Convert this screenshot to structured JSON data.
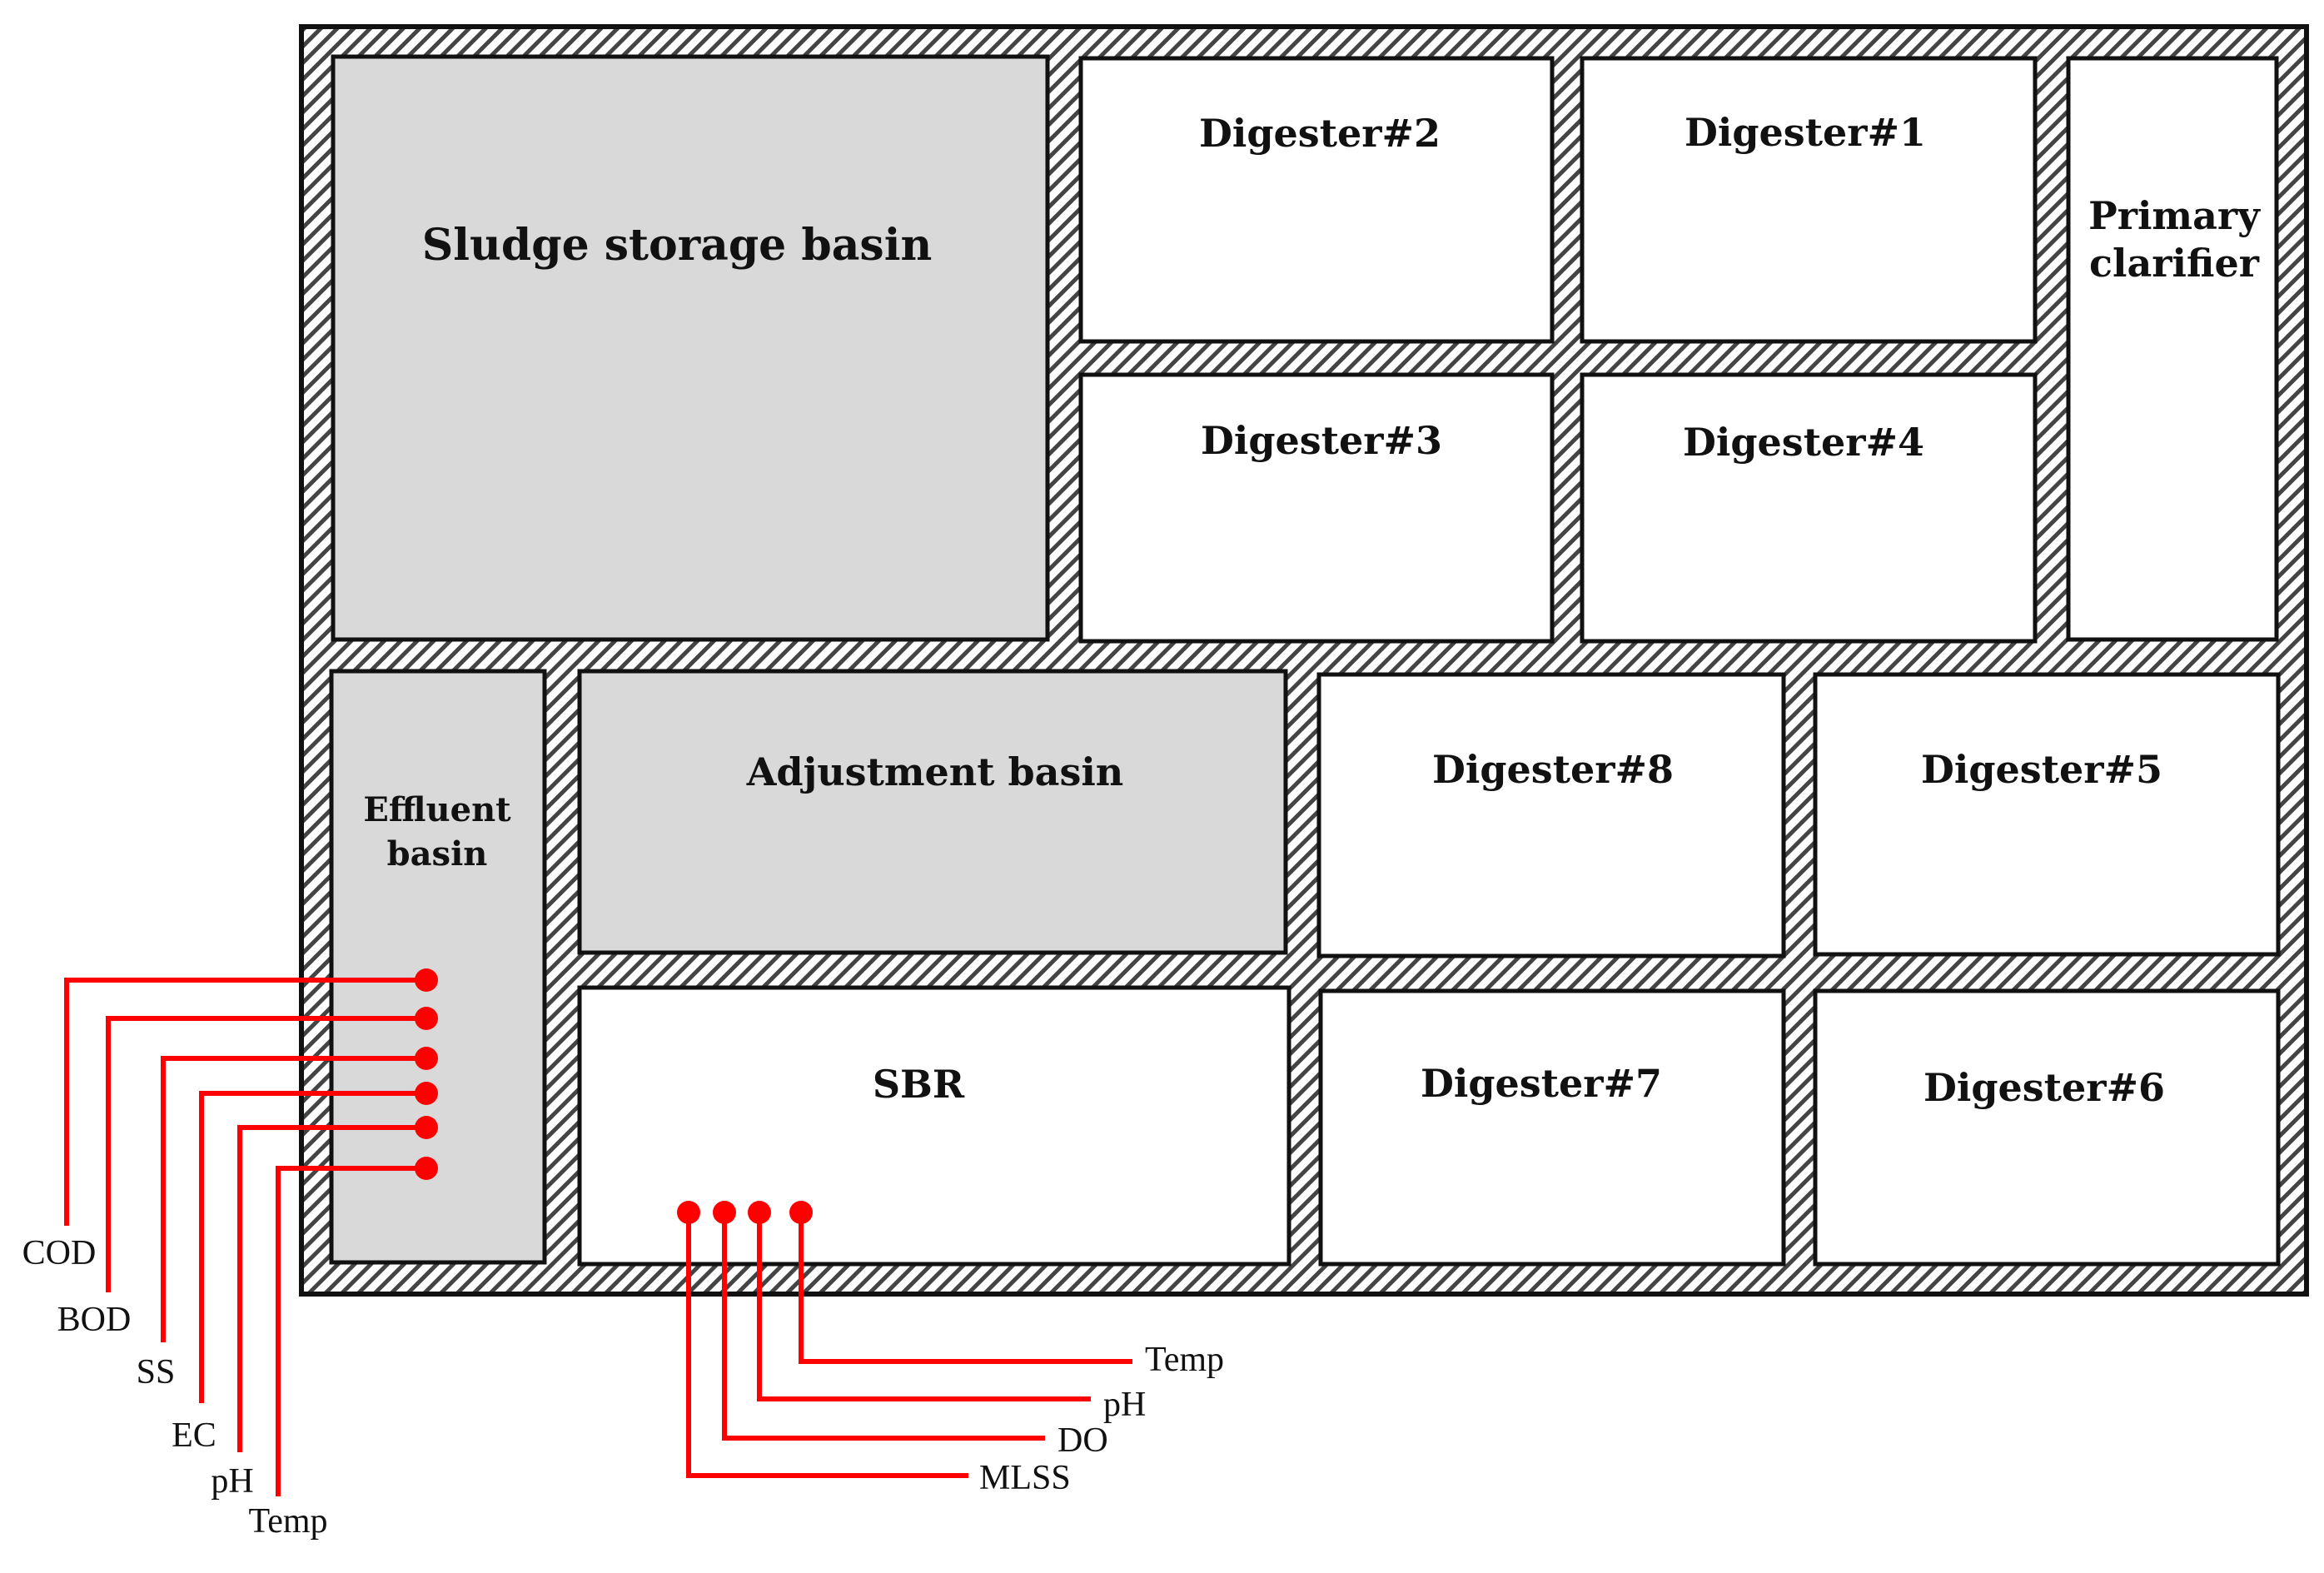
{
  "colors": {
    "wall_hatch": "#444444",
    "wall_outline": "#111111",
    "gray_basin": "#d9d9d9",
    "white_basin": "#ffffff",
    "sensor_line": "#ff0000"
  },
  "basins": {
    "sludge_storage": "Sludge storage basin",
    "digester2": "Digester#2",
    "digester1": "Digester#1",
    "primary_clarifier": [
      "Primary",
      "clarifier"
    ],
    "digester3": "Digester#3",
    "digester4": "Digester#4",
    "effluent": [
      "Effluent",
      "basin"
    ],
    "adjustment": "Adjustment basin",
    "digester8": "Digester#8",
    "digester5": "Digester#5",
    "sbr": "SBR",
    "digester7": "Digester#7",
    "digester6": "Digester#6"
  },
  "sensors": {
    "effluent": [
      "COD",
      "BOD",
      "SS",
      "EC",
      "pH",
      "Temp"
    ],
    "sbr": [
      "Temp",
      "pH",
      "DO",
      "MLSS"
    ]
  }
}
